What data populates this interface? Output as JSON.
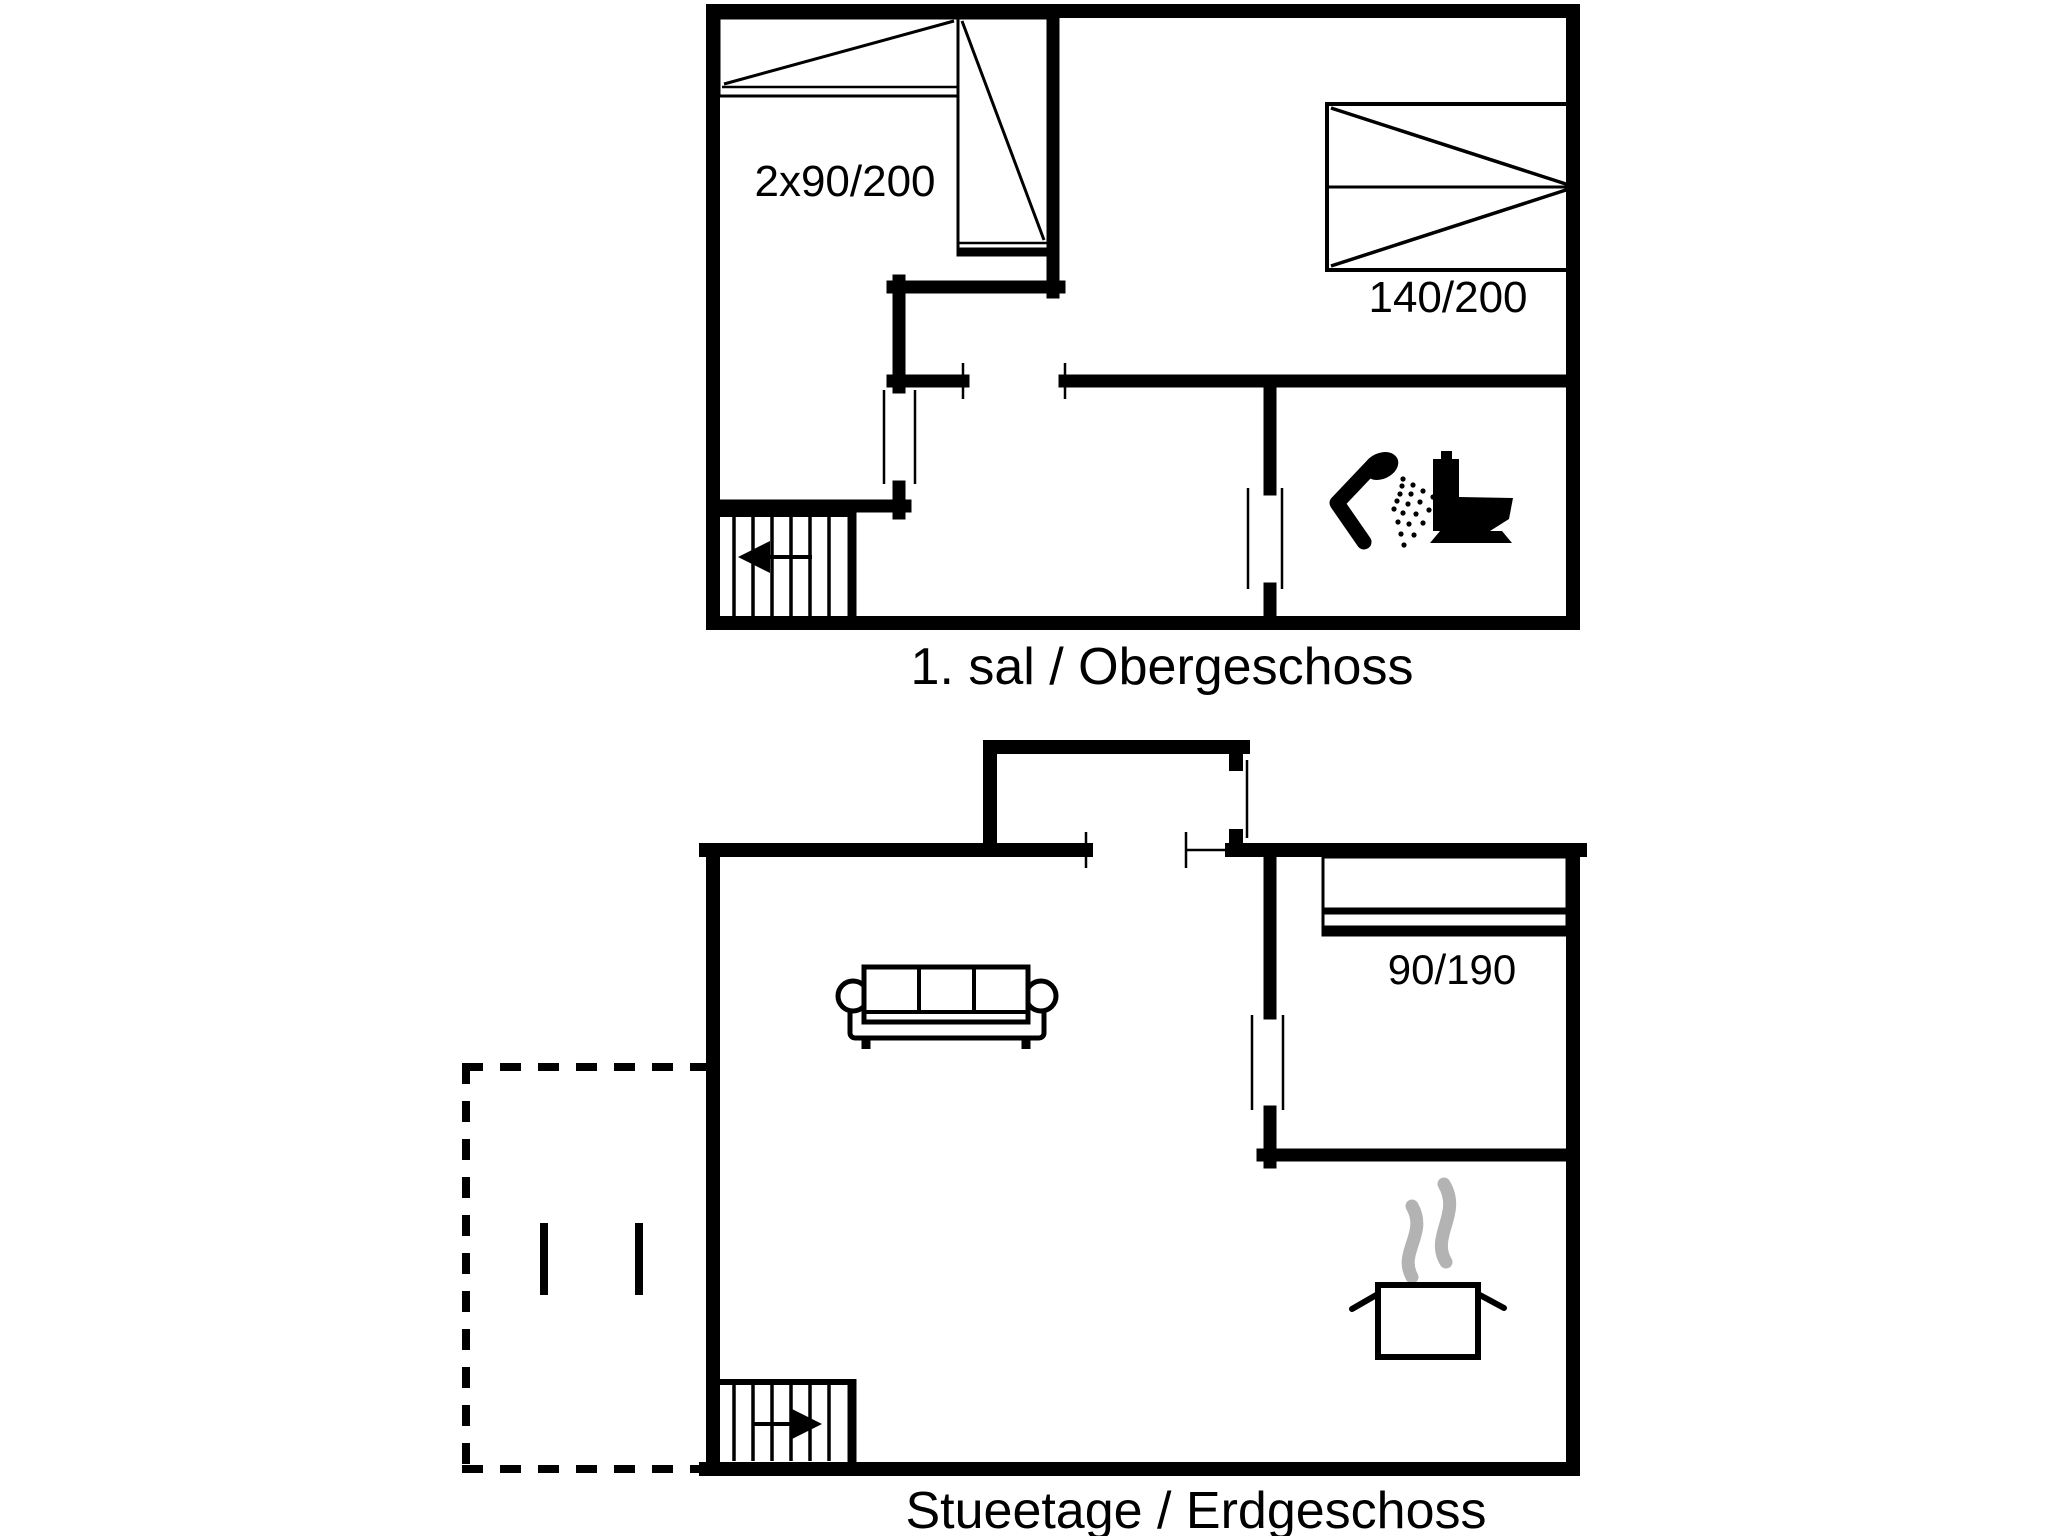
{
  "document": {
    "type": "floor-plan-drawing",
    "background_color": "#ffffff",
    "line_color": "#000000",
    "steam_color": "#b3b3b3"
  },
  "floors": {
    "upper": {
      "title": "1. sal / Obergeschoss",
      "bunk_beds_label": "2x90/200",
      "double_bed_label": "140/200",
      "icons": [
        "shower-icon",
        "toilet-icon",
        "stairs-arrow-left-icon"
      ]
    },
    "ground": {
      "title": "Stueetage / Erdgeschoss",
      "single_bed_label": "90/190",
      "icons": [
        "sofa-icon",
        "pot-steam-icon",
        "stairs-arrow-right-icon",
        "terrace-dashed-outline"
      ]
    }
  }
}
